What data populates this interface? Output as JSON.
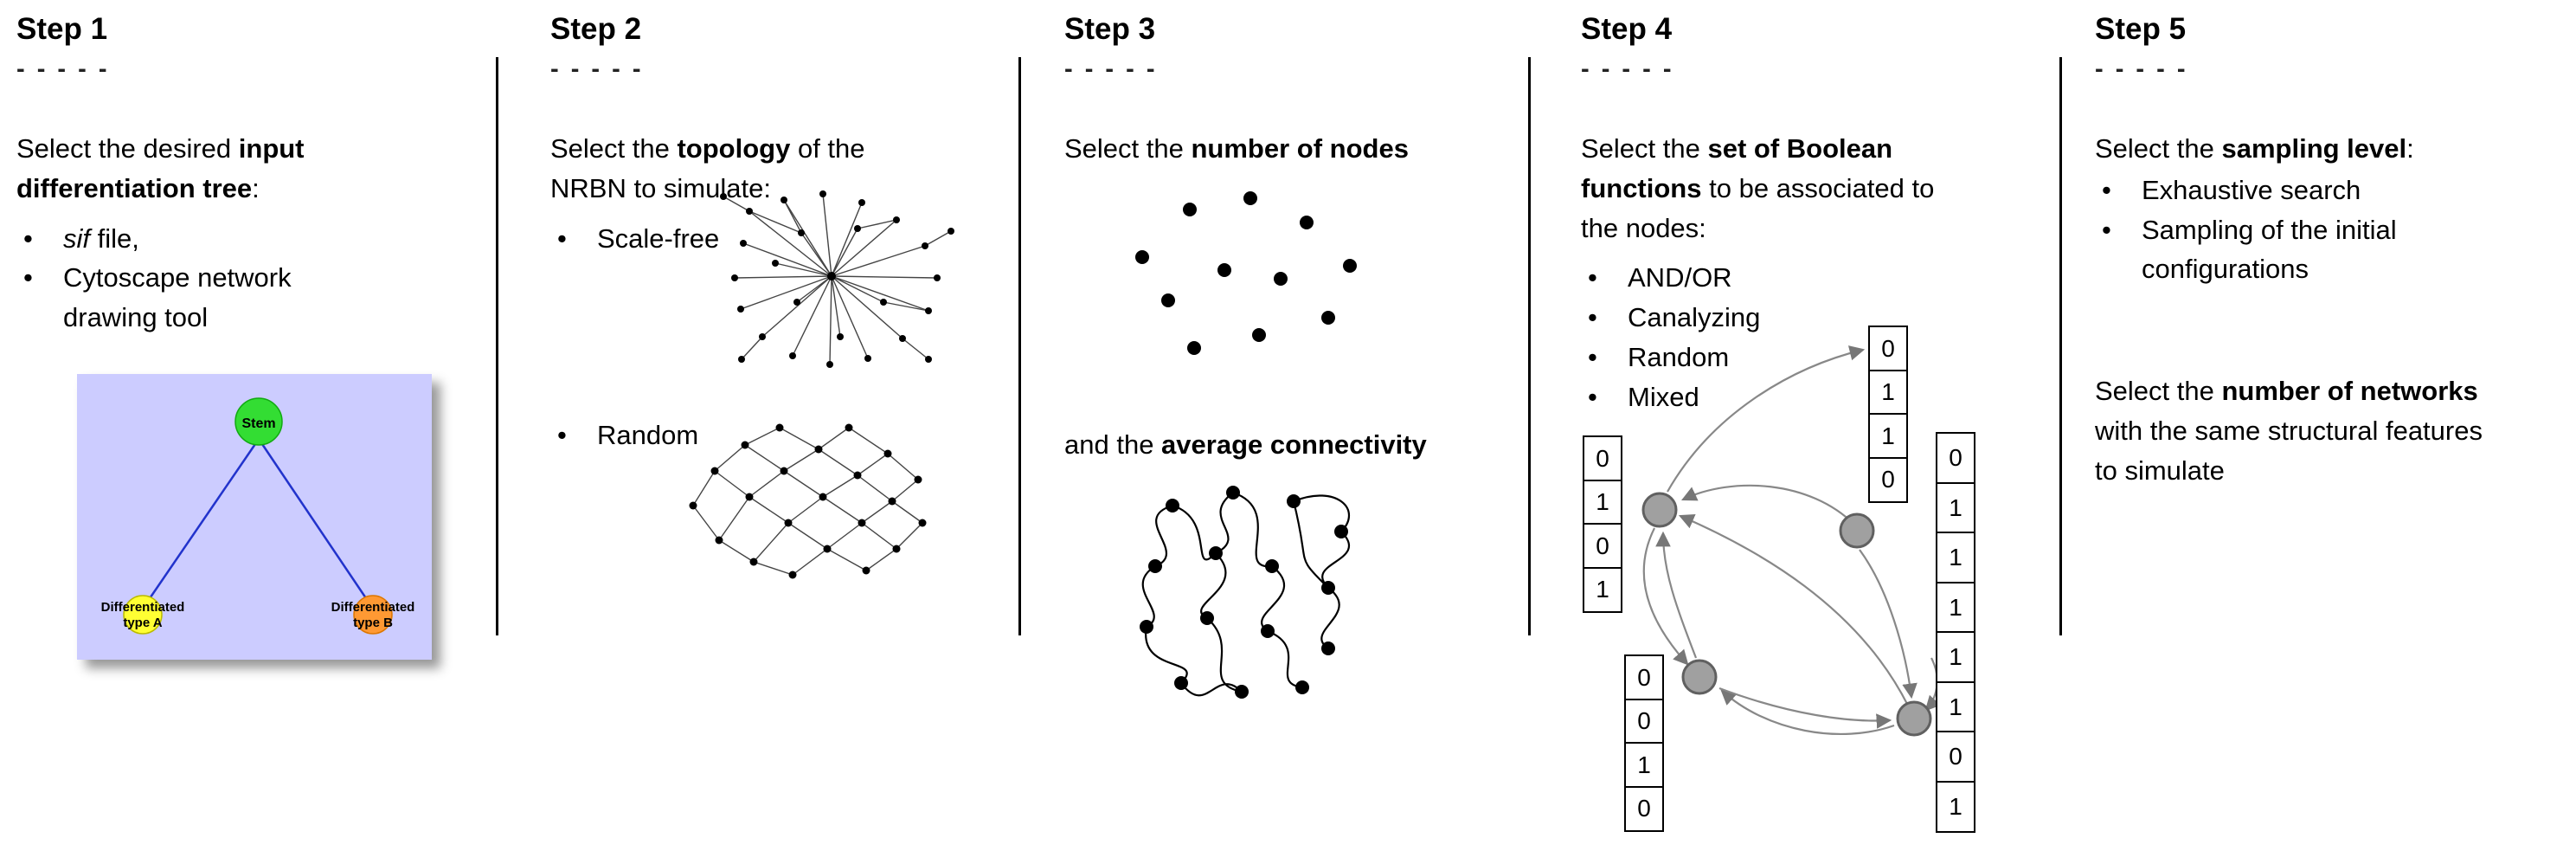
{
  "bullet_char": "•",
  "dashes": "- - - - -",
  "steps": {
    "step1": {
      "title": "Step 1",
      "intro": {
        "pre": "Select the desired ",
        "bold": "input differentiation tree",
        "post": ":"
      },
      "bullets": {
        "b1": {
          "italic": "sif",
          "rest": " file,"
        },
        "b2": "Cytoscape network drawing tool"
      },
      "tree": {
        "stem": "Stem",
        "type_a_line1": "Differentiated",
        "type_a_line2": "type A",
        "type_b_line1": "Differentiated",
        "type_b_line2": "type B",
        "colors": {
          "background": "#ccccff",
          "stem": "#33dd33",
          "type_a": "#ffff33",
          "type_b": "#ff9933",
          "edge": "#2233cc"
        }
      }
    },
    "step2": {
      "title": "Step 2",
      "intro": {
        "pre": "Select the ",
        "bold": "topology",
        "post": " of the NRBN to simulate:"
      },
      "bullets": {
        "b1": "Scale-free",
        "b2": "Random"
      }
    },
    "step3": {
      "title": "Step 3",
      "intro": {
        "pre": "Select the ",
        "bold": "number of nodes",
        "post": ""
      },
      "mid": {
        "pre": "and the ",
        "bold": "average connectivity",
        "post": ""
      }
    },
    "step4": {
      "title": "Step 4",
      "intro": {
        "pre": "Select the ",
        "bold": "set of Boolean functions",
        "post": " to be associated to the nodes:"
      },
      "bullets": {
        "b1": "AND/OR",
        "b2": "Canalyzing",
        "b3": "Random",
        "b4": "Mixed"
      },
      "truth_tables": {
        "left": [
          "0",
          "1",
          "0",
          "1"
        ],
        "top": [
          "0",
          "1",
          "1",
          "0"
        ],
        "bottom": [
          "0",
          "0",
          "1",
          "0"
        ],
        "right": [
          "0",
          "1",
          "1",
          "1",
          "1",
          "1",
          "0",
          "1"
        ]
      }
    },
    "step5": {
      "title": "Step 5",
      "intro": {
        "pre": "Select the ",
        "bold": "sampling level",
        "post": ":"
      },
      "bullets": {
        "b1": "Exhaustive search",
        "b2": "Sampling of the initial configurations"
      },
      "para2": {
        "pre": "Select the ",
        "bold": "number of networks",
        "post": " with the same structural features to simulate"
      }
    }
  }
}
